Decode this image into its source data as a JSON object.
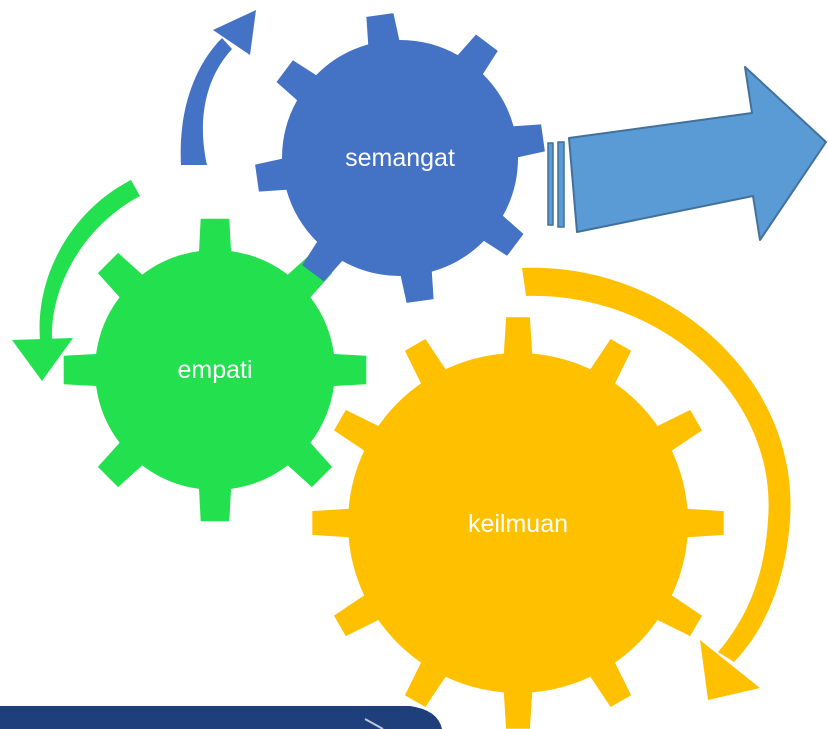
{
  "gears": [
    {
      "id": "semangat",
      "label": "semangat",
      "color": "#4472C4"
    },
    {
      "id": "empati",
      "label": "empati",
      "color": "#22E04E"
    },
    {
      "id": "keilmuan",
      "label": "keilmuan",
      "color": "#FFC000"
    }
  ],
  "arrows": {
    "blue_cycle": "#4472C4",
    "green_cycle": "#22E04E",
    "yellow_cycle": "#FFC000",
    "block_arrow": "#5B9BD5",
    "block_arrow_outline": "#41719C"
  },
  "footer_bar_color": "#1F3F7C"
}
